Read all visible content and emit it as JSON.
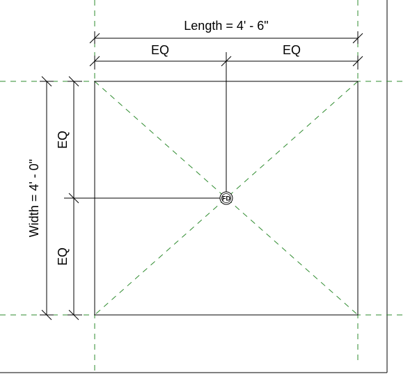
{
  "dimensions": {
    "length": "Length = 4' - 6\"",
    "width": "Width = 4' - 0\"",
    "eq_top_left": "EQ",
    "eq_top_right": "EQ",
    "eq_left_top": "EQ",
    "eq_left_bottom": "EQ"
  },
  "fixture": {
    "tag": "FD"
  },
  "colors": {
    "reference_plane": "#2e8b2e",
    "lines": "#000000"
  }
}
